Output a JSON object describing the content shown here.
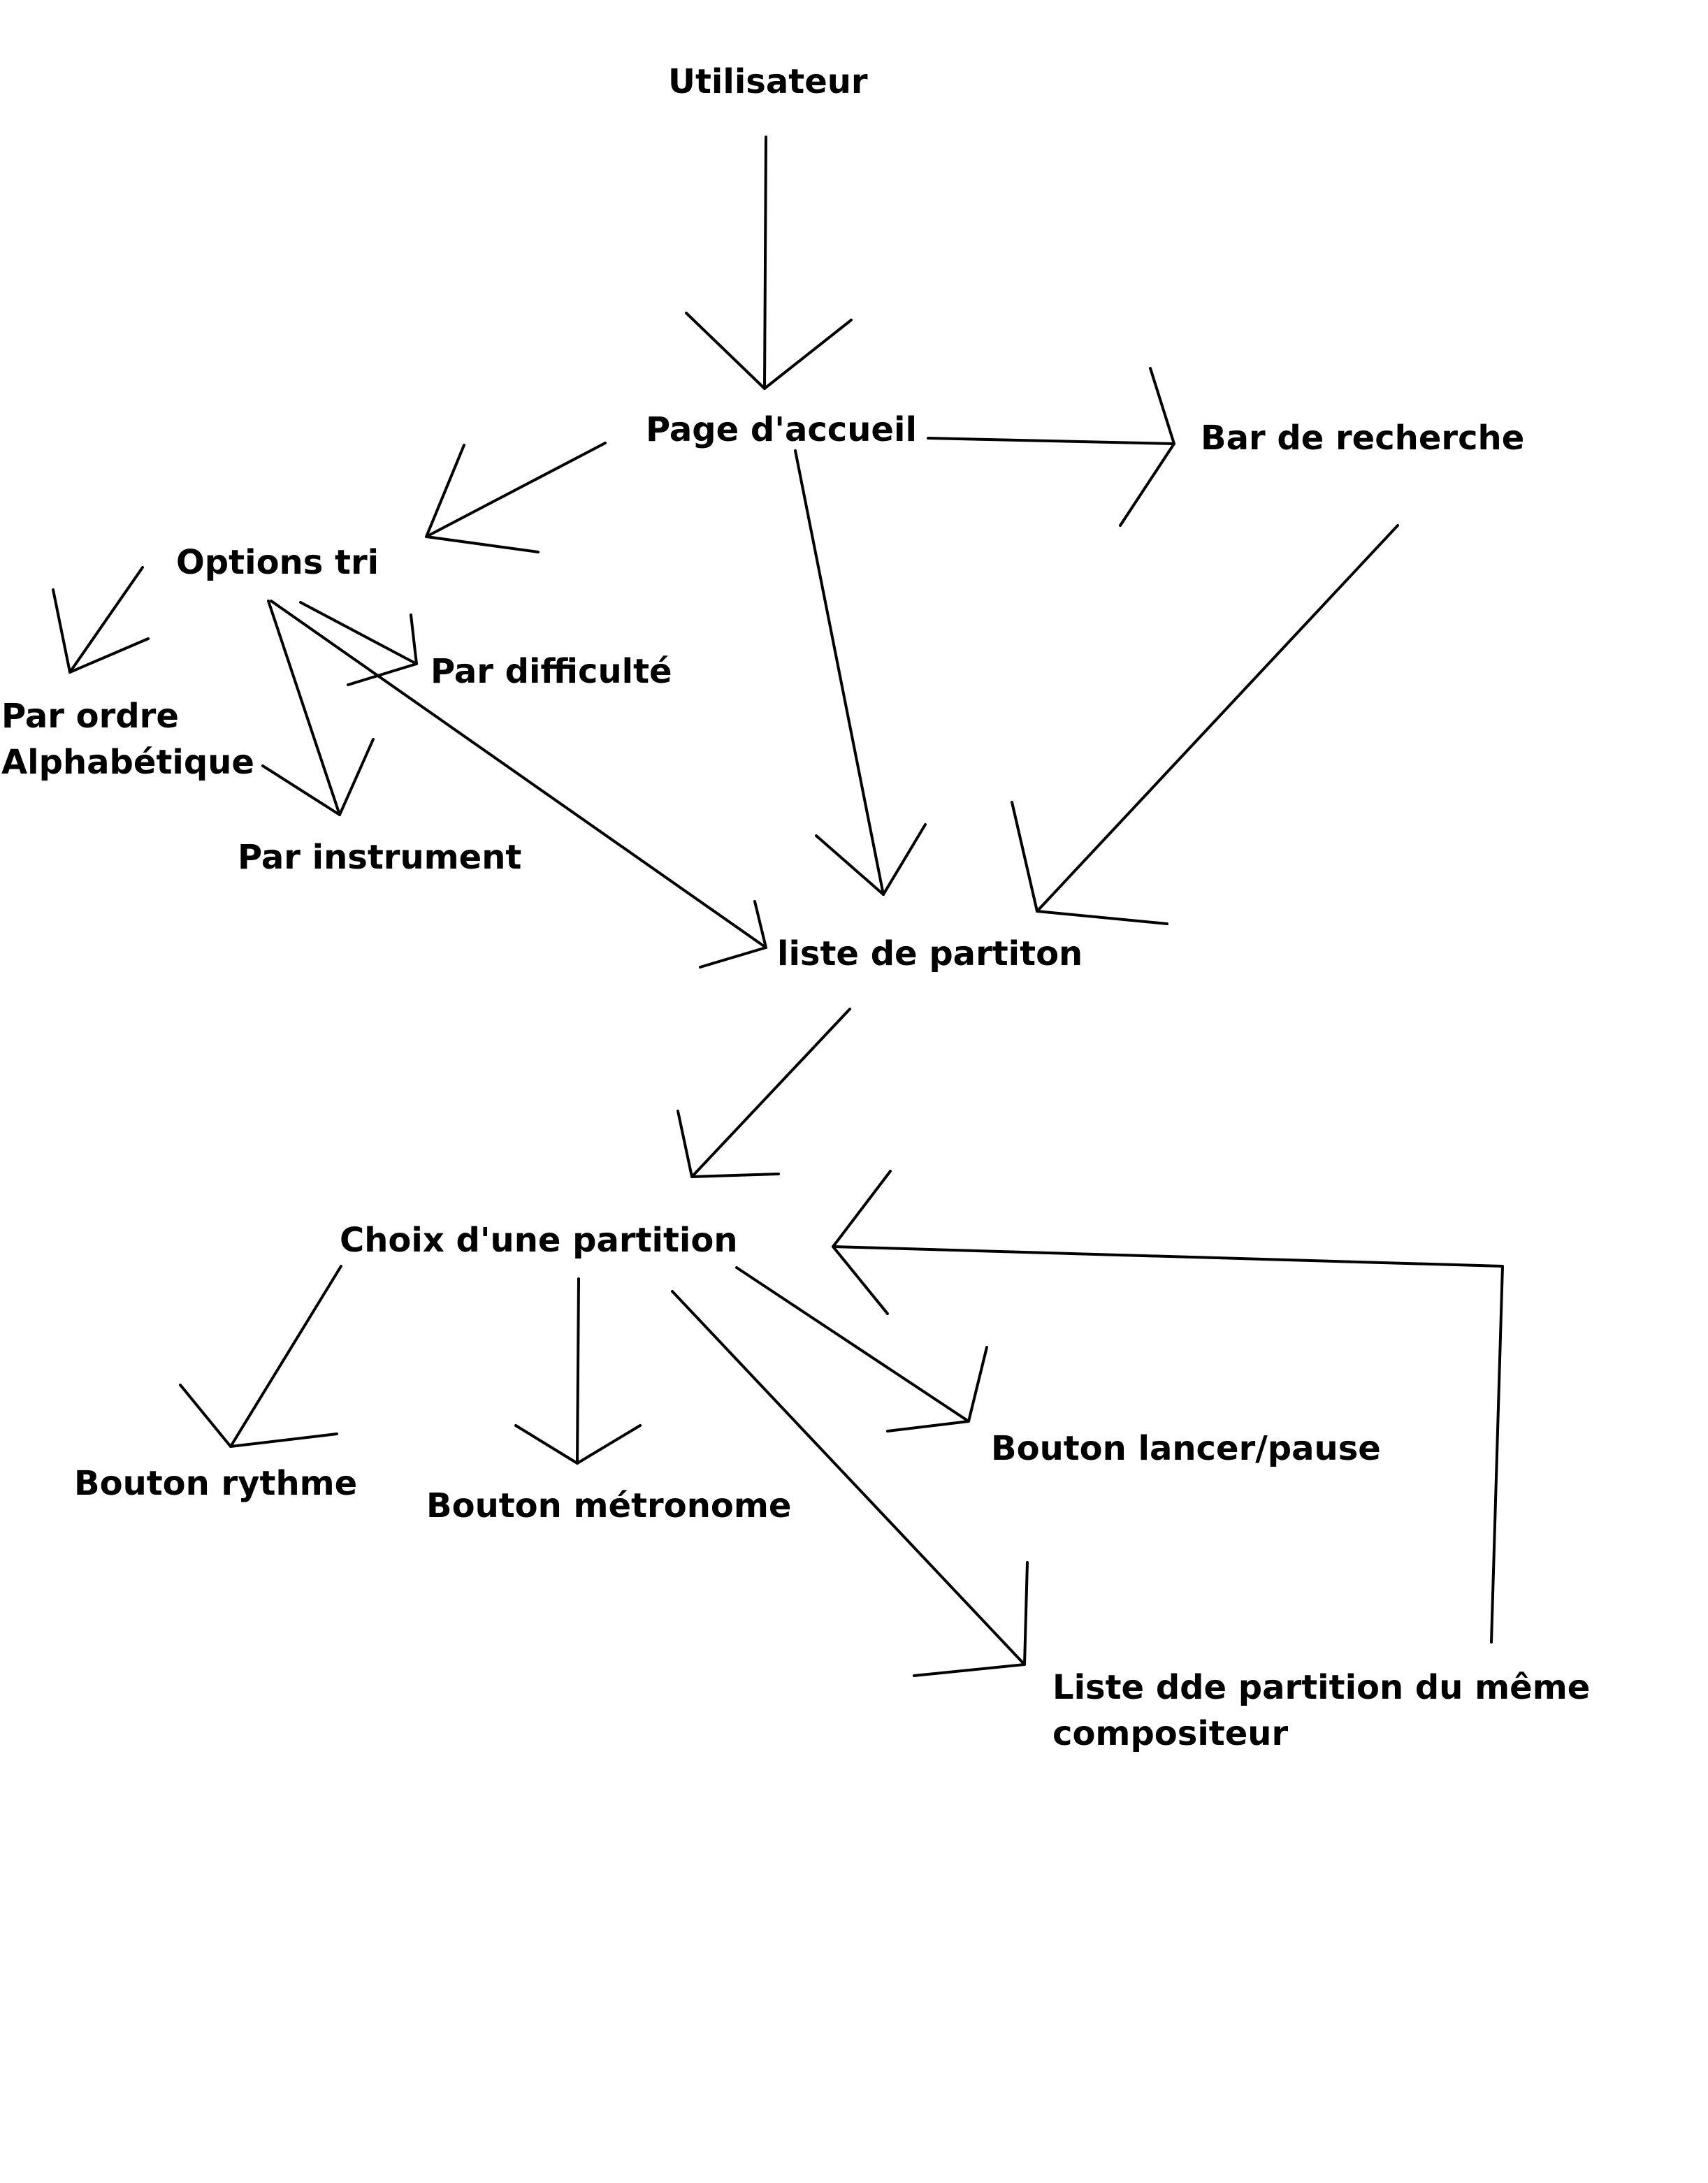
{
  "nodes": {
    "utilisateur": "Utilisateur",
    "page_accueil": "Page d'accueil",
    "bar_recherche": "Bar de recherche",
    "options_tri": "Options tri",
    "par_difficulte": "Par difficulté",
    "par_ordre_line1": "Par ordre",
    "par_ordre_line2": "Alphabétique",
    "par_instrument": "Par instrument",
    "liste_partition": "liste de partiton",
    "choix_partition": "Choix d'une partition",
    "bouton_rythme": "Bouton rythme",
    "bouton_metronome": "Bouton métronome",
    "bouton_lancer_pause": "Bouton lancer/pause",
    "liste_compositeur_line1": "Liste dde partition du même",
    "liste_compositeur_line2": "compositeur"
  },
  "edges": [
    {
      "from": "Utilisateur",
      "to": "Page d'accueil"
    },
    {
      "from": "Page d'accueil",
      "to": "Bar de recherche"
    },
    {
      "from": "Page d'accueil",
      "to": "Options tri"
    },
    {
      "from": "Page d'accueil",
      "to": "liste de partiton"
    },
    {
      "from": "Bar de recherche",
      "to": "liste de partiton"
    },
    {
      "from": "Options tri",
      "to": "Par ordre Alphabétique"
    },
    {
      "from": "Options tri",
      "to": "Par difficulté"
    },
    {
      "from": "Options tri",
      "to": "Par instrument"
    },
    {
      "from": "Options tri",
      "to": "liste de partiton"
    },
    {
      "from": "liste de partiton",
      "to": "Choix d'une partition"
    },
    {
      "from": "Choix d'une partition",
      "to": "Bouton rythme"
    },
    {
      "from": "Choix d'une partition",
      "to": "Bouton métronome"
    },
    {
      "from": "Choix d'une partition",
      "to": "Bouton lancer/pause"
    },
    {
      "from": "Choix d'une partition",
      "to": "Liste dde partition du même compositeur"
    },
    {
      "from": "Liste dde partition du même compositeur",
      "to": "Choix d'une partition"
    }
  ]
}
